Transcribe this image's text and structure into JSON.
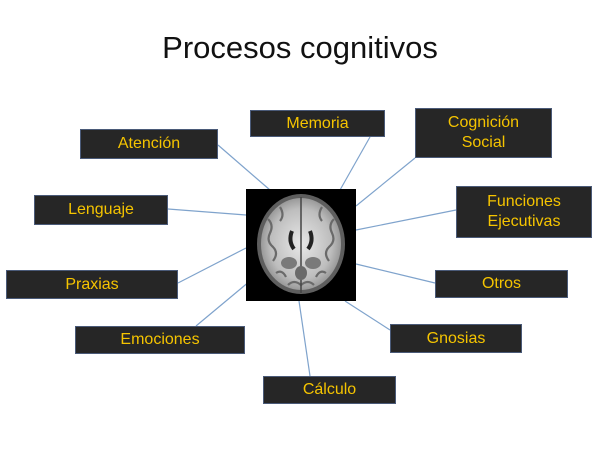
{
  "title": "Procesos cognitivos",
  "colors": {
    "node_bg": "#262626",
    "node_text": "#f5c400",
    "connector": "#7fa3cc"
  },
  "center": {
    "label": "brain-mri-image"
  },
  "nodes": [
    {
      "id": "atencion",
      "line1": "Atención",
      "line2": ""
    },
    {
      "id": "memoria",
      "line1": "Memoria",
      "line2": ""
    },
    {
      "id": "cognicion-social",
      "line1": "Cognición",
      "line2": "Social"
    },
    {
      "id": "lenguaje",
      "line1": "Lenguaje",
      "line2": ""
    },
    {
      "id": "funciones-ejecutivas",
      "line1": "Funciones",
      "line2": "Ejecutivas"
    },
    {
      "id": "praxias",
      "line1": "Praxias",
      "line2": ""
    },
    {
      "id": "otros",
      "line1": "Otros",
      "line2": ""
    },
    {
      "id": "emociones",
      "line1": "Emociones",
      "line2": ""
    },
    {
      "id": "gnosias",
      "line1": "Gnosias",
      "line2": ""
    },
    {
      "id": "calculo",
      "line1": "Cálculo",
      "line2": ""
    }
  ]
}
